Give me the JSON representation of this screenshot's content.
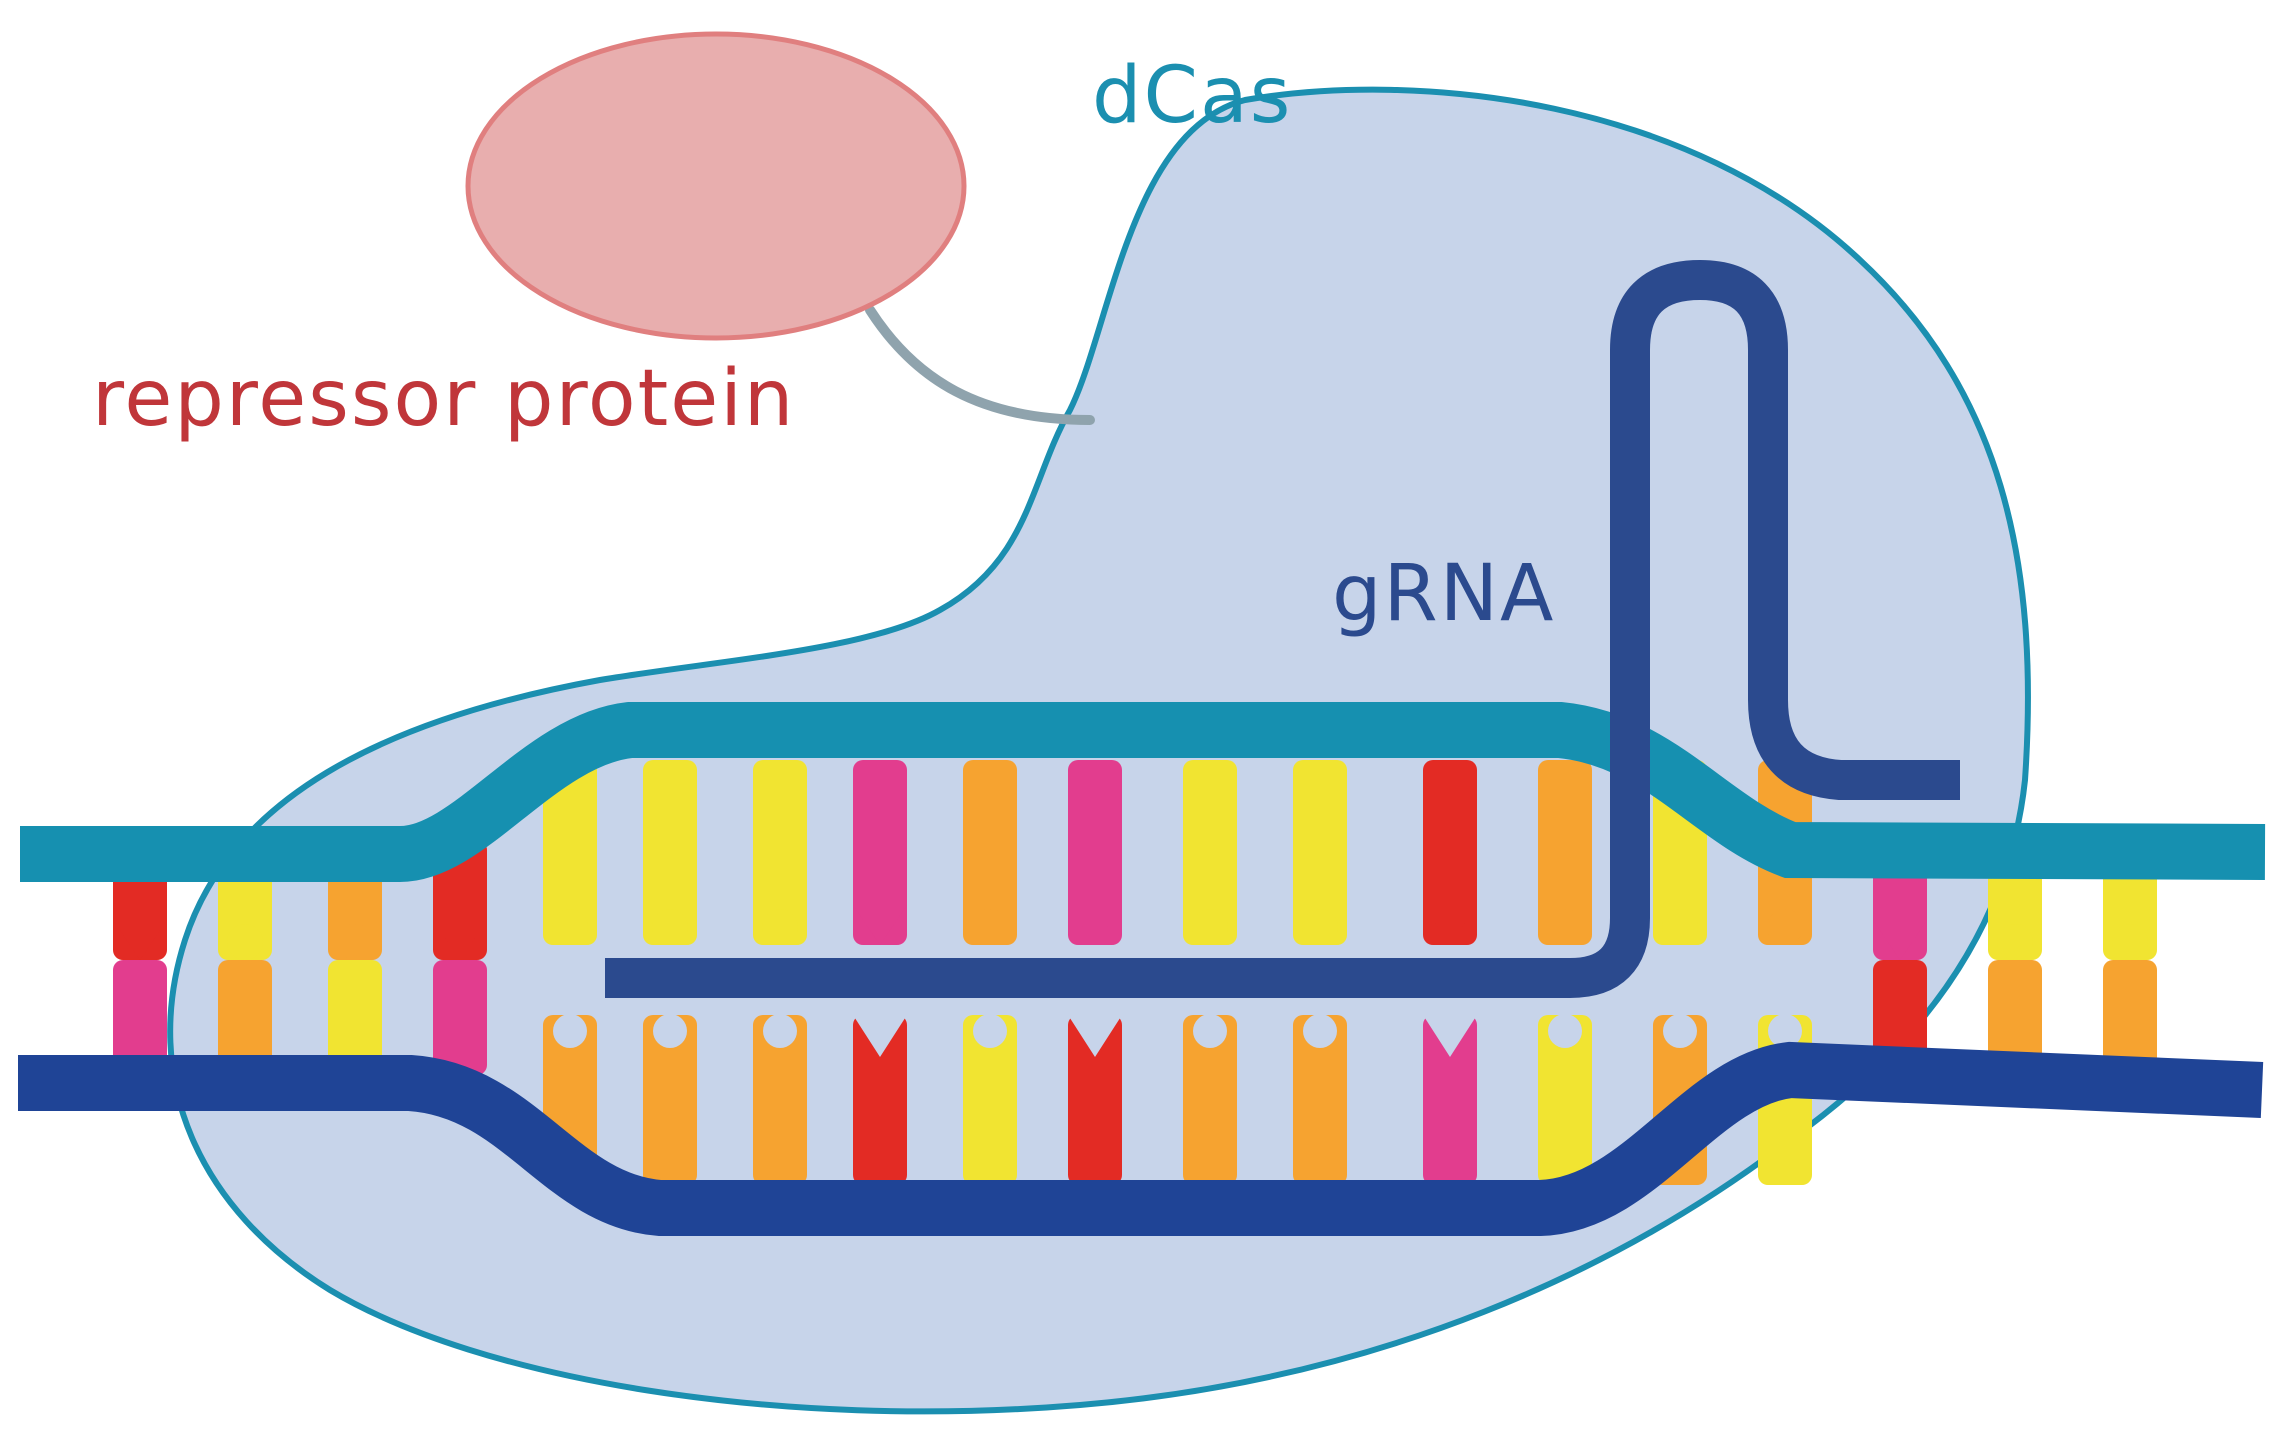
{
  "labels": {
    "repressor": "repressor protein",
    "dcas": "dCas",
    "grna": "gRNA"
  },
  "colors": {
    "dcas_fill": "#c7d4ea",
    "dcas_outline": "#1b8fb0",
    "repressor_fill": "#e8aeae",
    "repressor_outline": "#e07f7f",
    "repressor_text": "#c0363a",
    "dcas_text": "#1b8fb0",
    "grna": "#2b4a8e",
    "linker": "#8fa3ad",
    "top_strand": "#1690b0",
    "bottom_strand": "#1f4496",
    "base_red": "#e32b24",
    "base_pink": "#e23d8e",
    "base_orange": "#f6a330",
    "base_yellow": "#f1e431"
  },
  "base_pairs": [
    {
      "top": "red",
      "bottom": "pink"
    },
    {
      "top": "yellow",
      "bottom": "orange"
    },
    {
      "top": "orange",
      "bottom": "yellow"
    },
    {
      "top": "red",
      "bottom": "pink"
    },
    {
      "top": "yellow",
      "bottom": "orange"
    },
    {
      "top": "yellow",
      "bottom": "orange"
    },
    {
      "top": "yellow",
      "bottom": "orange"
    },
    {
      "top": "pink",
      "bottom": "red"
    },
    {
      "top": "orange",
      "bottom": "yellow"
    },
    {
      "top": "pink",
      "bottom": "red"
    },
    {
      "top": "yellow",
      "bottom": "orange"
    },
    {
      "top": "yellow",
      "bottom": "orange"
    },
    {
      "top": "red",
      "bottom": "pink"
    },
    {
      "top": "orange",
      "bottom": "yellow"
    },
    {
      "top": "yellow",
      "bottom": "orange"
    },
    {
      "top": "orange",
      "bottom": "yellow"
    },
    {
      "top": "pink",
      "bottom": "red"
    },
    {
      "top": "yellow",
      "bottom": "orange"
    },
    {
      "top": "yellow",
      "bottom": "orange"
    }
  ]
}
